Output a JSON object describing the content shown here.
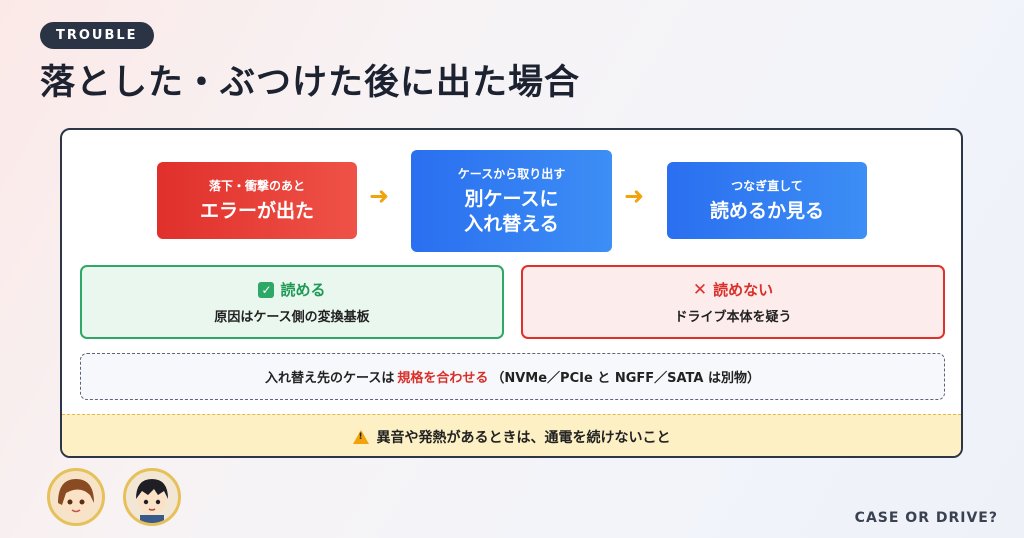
{
  "tag": "TROUBLE",
  "title": "落とした・ぶつけた後に出た場合",
  "steps": [
    {
      "small": "落下・衝撃のあと",
      "big": "エラーが出た"
    },
    {
      "small": "ケースから取り出す",
      "big": "別ケースに\n入れ替える"
    },
    {
      "small": "つなぎ直して",
      "big": "読めるか見る"
    }
  ],
  "arrow": "➜",
  "results": {
    "ok": {
      "head": "読める",
      "body": "原因はケース側の変換基板"
    },
    "ng": {
      "head": "読めない",
      "body": "ドライブ本体を疑う"
    }
  },
  "note": {
    "before": "入れ替え先のケースは",
    "highlight": "規格を合わせる",
    "after": "（NVMe／PCIe と NGFF／SATA は別物）"
  },
  "warning": "異音や発熱があるときは、通電を続けないこと",
  "footer": "CASE OR DRIVE?",
  "colors": {
    "danger": "#e0302b",
    "primary": "#2a6ff0",
    "success": "#2ea866",
    "arrow": "#f2a20a",
    "warning_bg": "#fdf0c4",
    "dark": "#2b3444"
  },
  "icons": {
    "ok": "check-icon",
    "ng": "cross-icon",
    "warning": "warning-icon"
  }
}
